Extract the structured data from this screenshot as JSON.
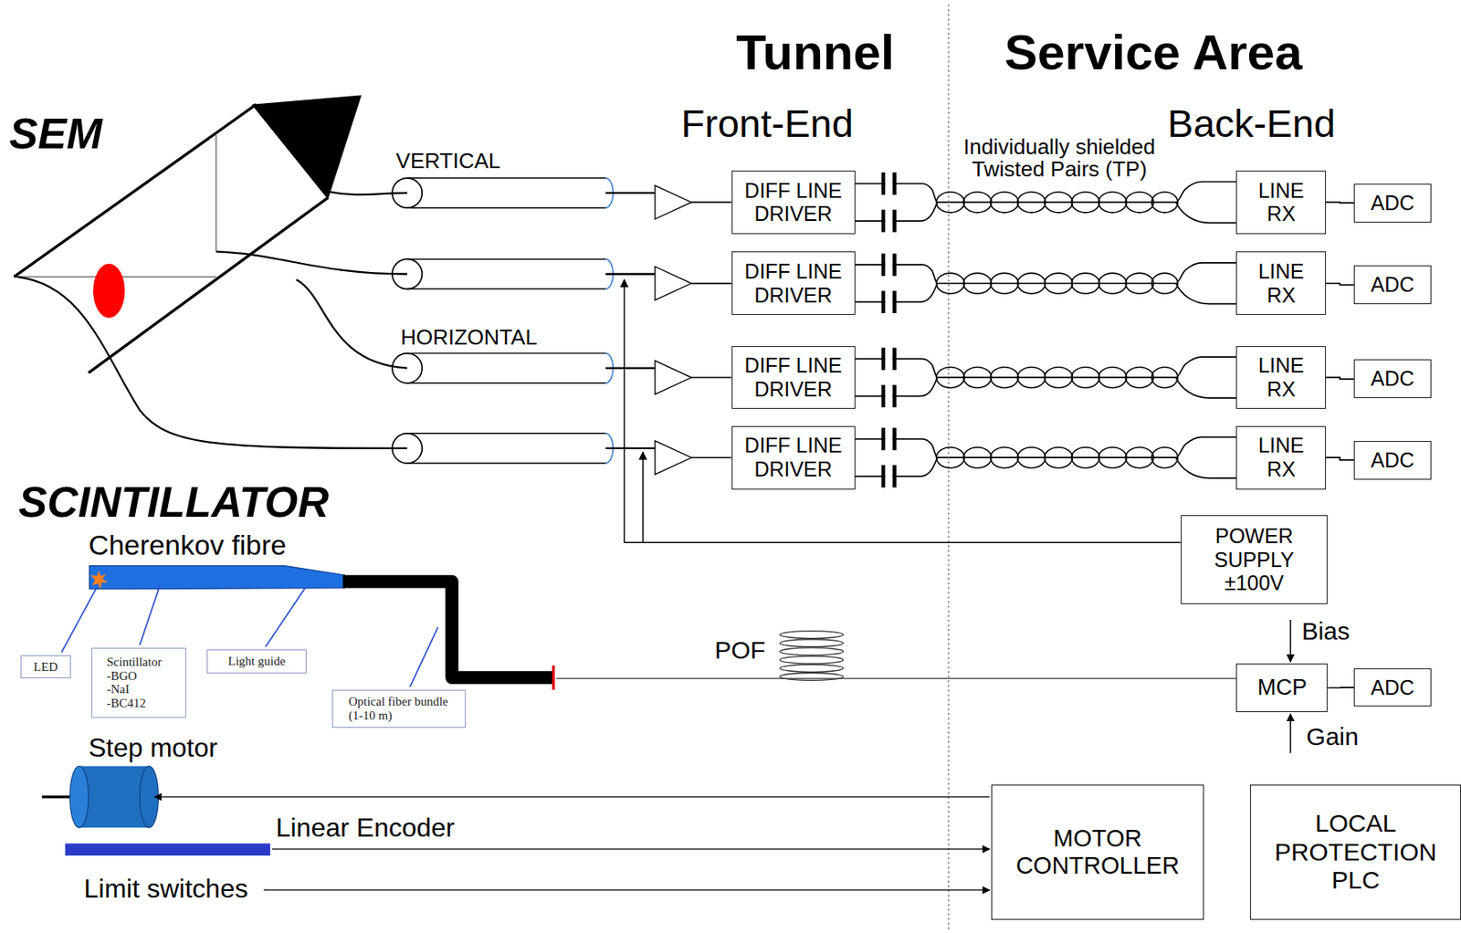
{
  "diagram": {
    "nodes": [
      {
        "text": [
          "DIFF LINE DRIVER"
        ]
      },
      {
        "text": [
          "LINE RX"
        ]
      },
      {
        "text": [
          "ADC"
        ]
      },
      {
        "text": [
          "DIFF LINE DRIVER"
        ]
      },
      {
        "text": [
          "LINE RX"
        ]
      },
      {
        "text": [
          "ADC"
        ]
      },
      {
        "text": [
          "DIFF LINE DRIVER"
        ]
      },
      {
        "text": [
          "LINE RX"
        ]
      },
      {
        "text": [
          "ADC"
        ]
      },
      {
        "text": [
          "DIFF LINE DRIVER"
        ]
      },
      {
        "text": [
          "LINE RX"
        ]
      },
      {
        "text": [
          "ADC"
        ]
      },
      {
        "text": [
          "POWER SUPPLY ±100V"
        ]
      },
      {
        "text": [
          "LED"
        ]
      },
      {
        "text": [
          "Scintillator -BGO -NaI -BC412"
        ]
      },
      {
        "text": [
          "Light guide"
        ]
      },
      {
        "text": [
          "Optical fiber bundle (1-10 m)"
        ]
      },
      {
        "text": [
          "MCP"
        ]
      },
      {
        "text": [
          "ADC"
        ]
      },
      {
        "text": [
          "MOTOR CONTROLLER"
        ]
      },
      {
        "text": [
          "LOCAL PROTECTION PLC"
        ]
      }
    ],
    "edges": [
      {
        "from": 0,
        "to": 1,
        "arrow": "none"
      },
      {
        "from": 1,
        "to": 2,
        "arrow": "none"
      },
      {
        "from": 3,
        "to": 4,
        "arrow": "none"
      },
      {
        "from": 4,
        "to": 5,
        "arrow": "none"
      },
      {
        "from": 6,
        "to": 7,
        "arrow": "none"
      },
      {
        "from": 7,
        "to": 8,
        "arrow": "none"
      },
      {
        "from": 9,
        "to": 10,
        "arrow": "none"
      },
      {
        "from": 10,
        "to": 11,
        "arrow": "none"
      },
      {
        "from": 17,
        "to": 18,
        "arrow": "none"
      }
    ],
    "labels": [
      "SEM",
      "VERTICAL",
      "HORIZONTAL",
      "Tunnel",
      "Service Area",
      "Front-End",
      "Back-End",
      "Individually shielded Twisted Pairs (TP)",
      "SCINTILLATOR",
      "Cherenkov fibre",
      "POF",
      "Bias",
      "Gain",
      "Step motor",
      "Linear Encoder",
      "Limit switches"
    ]
  }
}
